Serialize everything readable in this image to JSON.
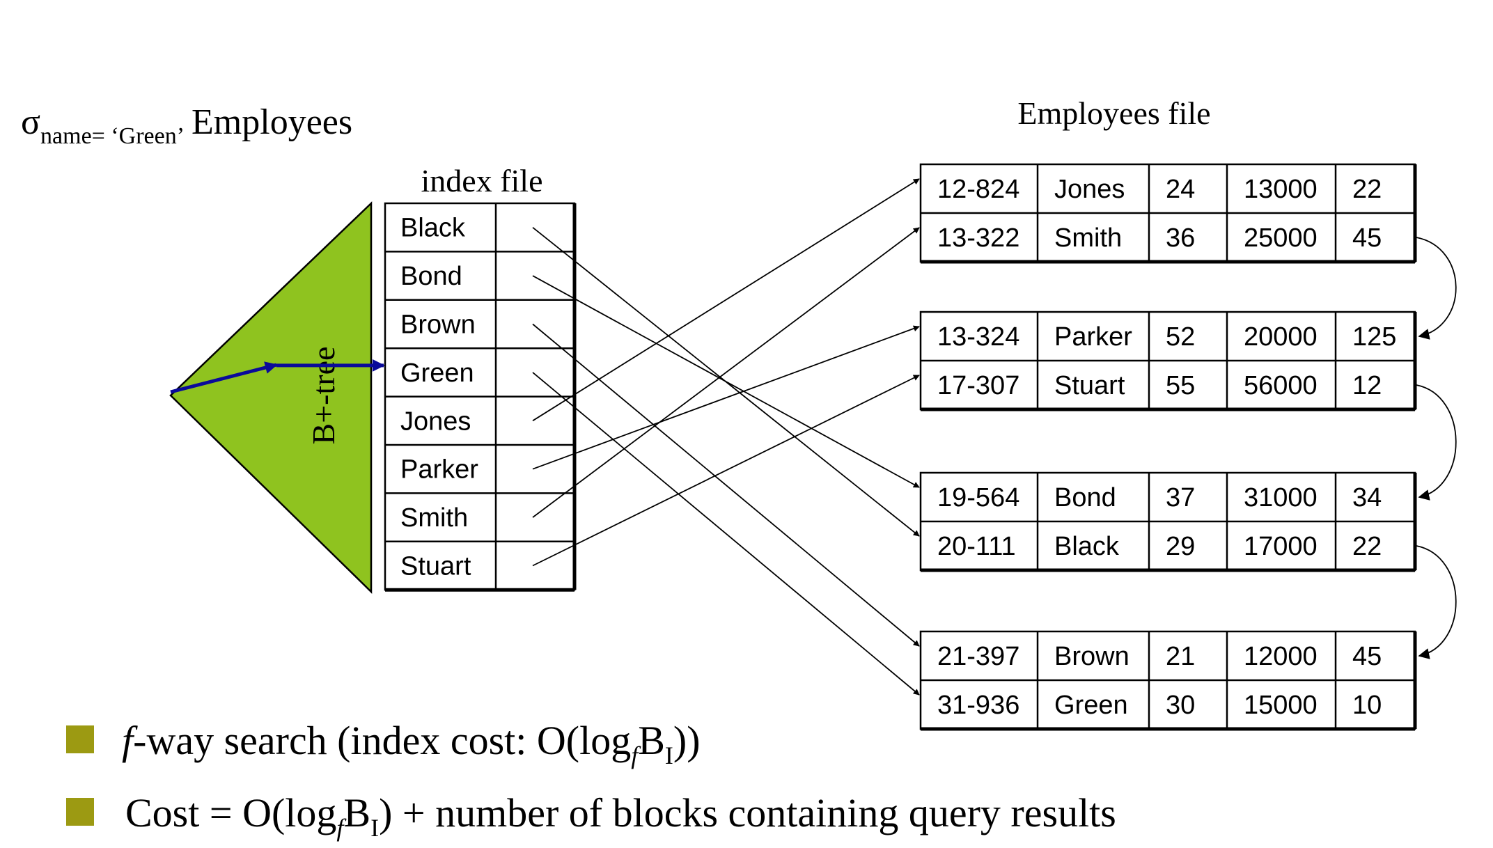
{
  "selection": {
    "sigma": "σ",
    "subscript": "name= ‘Green’",
    "relation": "Employees"
  },
  "index": {
    "title": "index file",
    "keys": [
      "Black",
      "Bond",
      "Brown",
      "Green",
      "Jones",
      "Parker",
      "Smith",
      "Stuart"
    ]
  },
  "tree": {
    "label": "B+-tree",
    "fill_color": "#8fc31f",
    "search_path_color": "#0a0a9a"
  },
  "employees": {
    "title": "Employees file",
    "blocks": [
      [
        [
          "12-824",
          "Jones",
          "24",
          "13000",
          "22"
        ],
        [
          "13-322",
          "Smith",
          "36",
          "25000",
          "45"
        ]
      ],
      [
        [
          "13-324",
          "Parker",
          "52",
          "20000",
          "125"
        ],
        [
          "17-307",
          "Stuart",
          "55",
          "56000",
          "12"
        ]
      ],
      [
        [
          "19-564",
          "Bond",
          "37",
          "31000",
          "34"
        ],
        [
          "20-111",
          "Black",
          "29",
          "17000",
          "22"
        ]
      ],
      [
        [
          "21-397",
          "Brown",
          "21",
          "12000",
          "45"
        ],
        [
          "31-936",
          "Green",
          "30",
          "15000",
          "10"
        ]
      ]
    ]
  },
  "bullets": {
    "color": "#9c9a12",
    "b1": {
      "f": "f",
      "text": "-way search (index cost: O(log",
      "sub_f": "f",
      "b": "B",
      "sub_i": "I",
      "close": "))"
    },
    "b2": {
      "text": "Cost = O(log",
      "sub_f": "f",
      "b": "B",
      "sub_i": "I",
      "rest": ") + number of blocks containing query results"
    }
  }
}
